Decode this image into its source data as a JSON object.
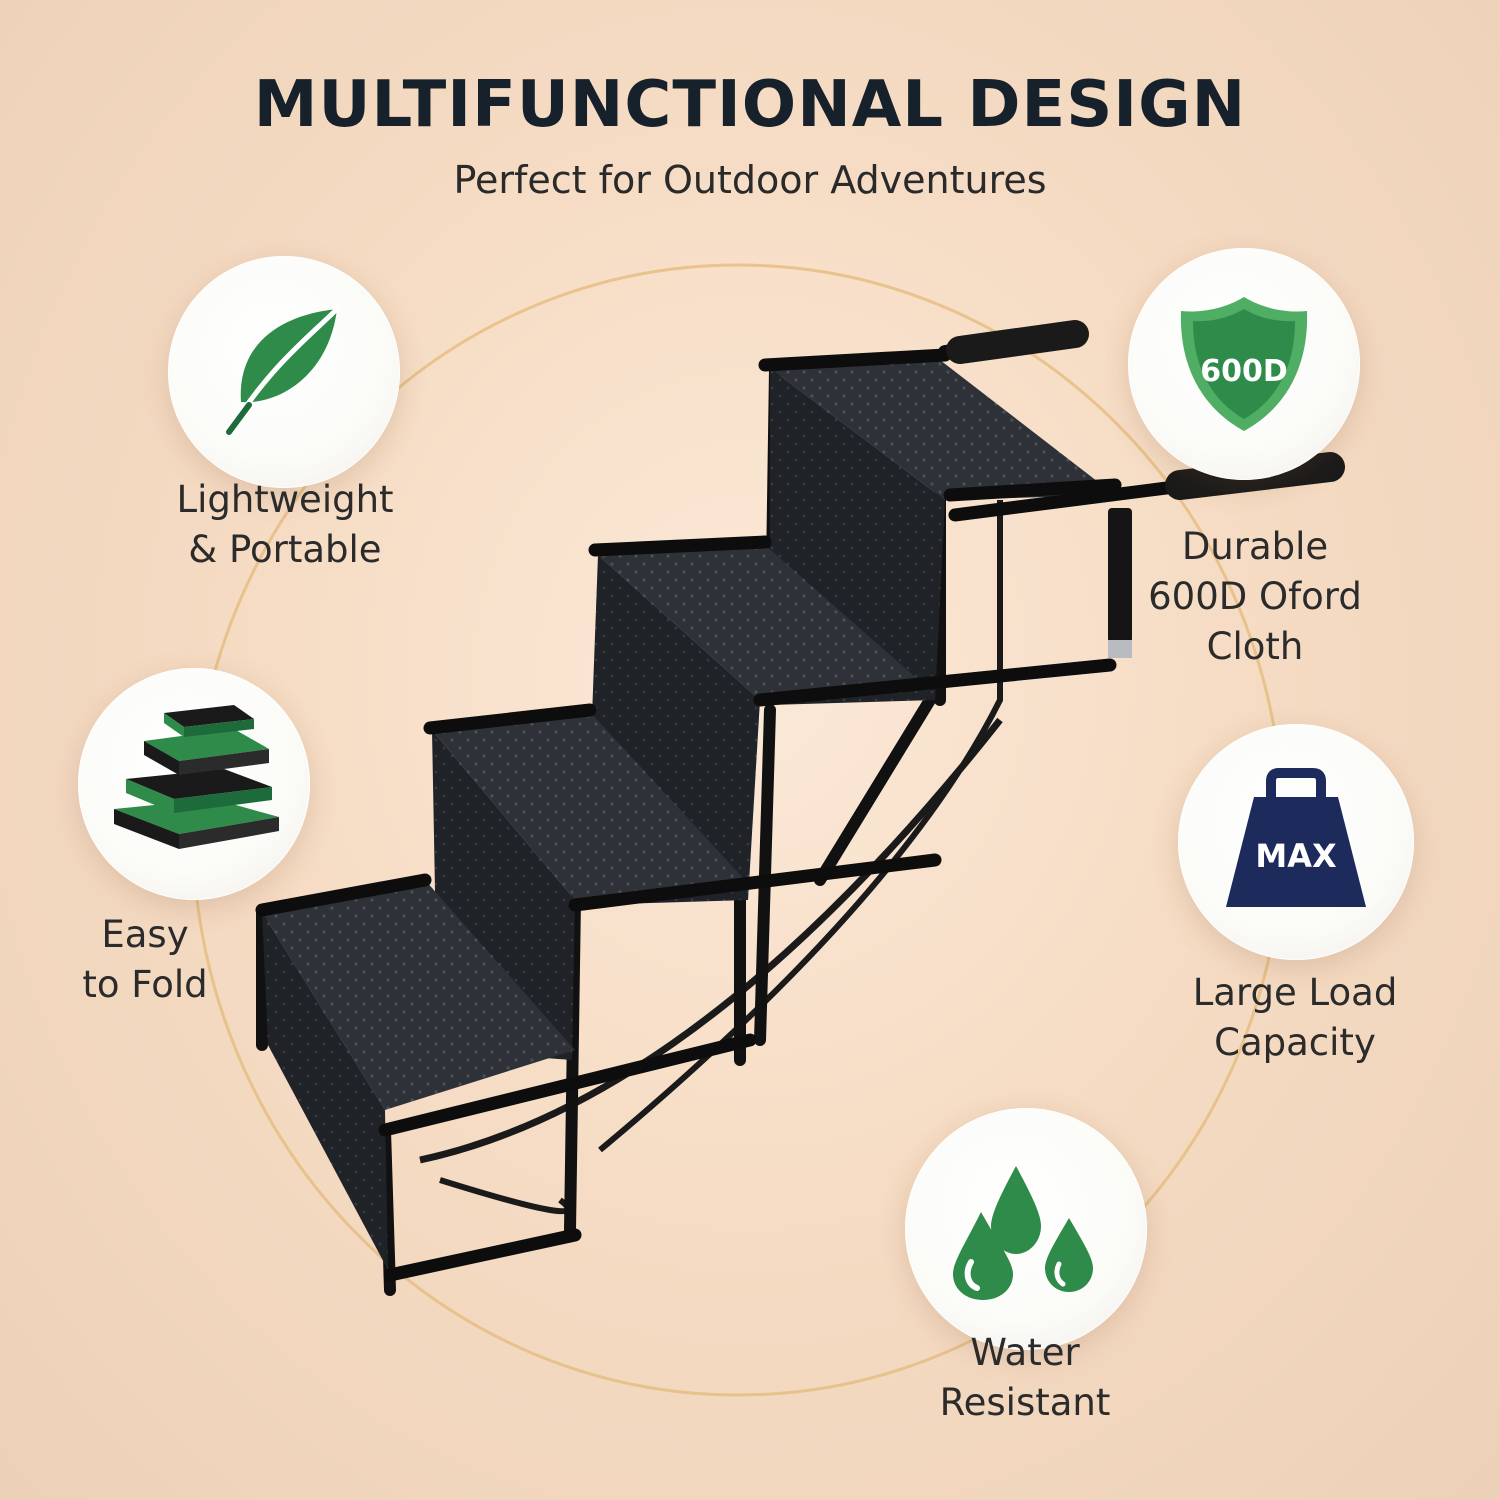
{
  "header": {
    "title": "MULTIFUNCTIONAL DESIGN",
    "subtitle": "Perfect for Outdoor Adventures"
  },
  "features": [
    {
      "icon": "leaf-icon",
      "lines": [
        "Lightweight",
        "& Portable"
      ]
    },
    {
      "icon": "shield-600d-icon",
      "badge_text": "600D",
      "lines": [
        "Durable",
        "600D Oford",
        "Cloth"
      ]
    },
    {
      "icon": "stacked-layers-icon",
      "lines": [
        "Easy",
        "to Fold"
      ]
    },
    {
      "icon": "max-weight-icon",
      "badge_text": "MAX",
      "lines": [
        "Large Load",
        "Capacity"
      ]
    },
    {
      "icon": "water-drops-icon",
      "lines": [
        "Water",
        "Resistant"
      ]
    }
  ],
  "colors": {
    "accent_green": "#2e8b4a",
    "dark_green": "#1d6b3a",
    "navy": "#1c2a5c",
    "orbit_gold": "#e3b978",
    "headline": "#17212b"
  }
}
